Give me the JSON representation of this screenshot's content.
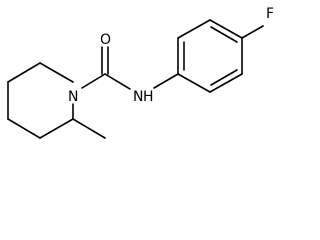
{
  "structure": {
    "atoms": {
      "oxygen": "O",
      "nitrogen_ring": "N",
      "nitrogen_amide": "N",
      "hydrogen_amide": "H",
      "fluorine": "F"
    }
  }
}
